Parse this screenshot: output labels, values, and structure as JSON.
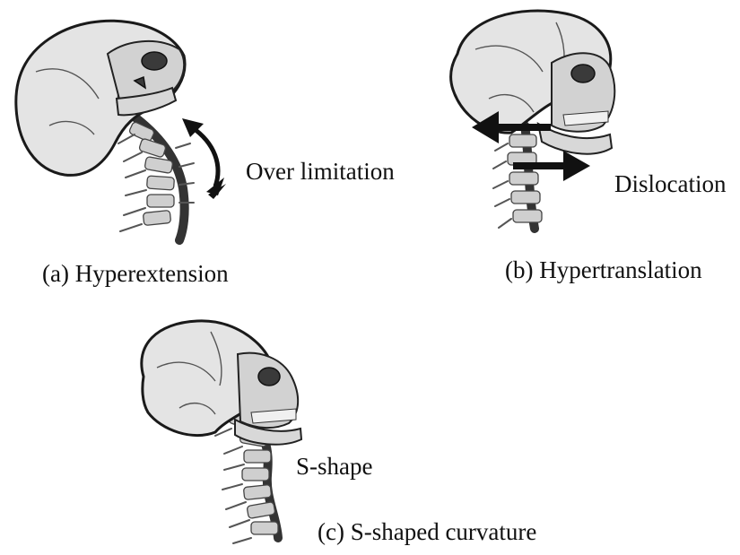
{
  "panels": {
    "a": {
      "caption": "(a) Hyperextension",
      "annotation": "Over limitation"
    },
    "b": {
      "caption": "(b) Hypertranslation",
      "annotation": "Dislocation"
    },
    "c": {
      "caption": "(c) S-shaped curvature",
      "annotation": "S-shape"
    }
  },
  "icons": {
    "skull": "skull-icon",
    "spine": "cervical-spine-icon",
    "double_arrow": "double-headed-arrow-icon",
    "arrow_left": "arrow-left-icon",
    "arrow_right": "arrow-right-icon"
  },
  "colors": {
    "background": "#ffffff",
    "ink": "#111111",
    "bone": "#e4e4e4"
  }
}
